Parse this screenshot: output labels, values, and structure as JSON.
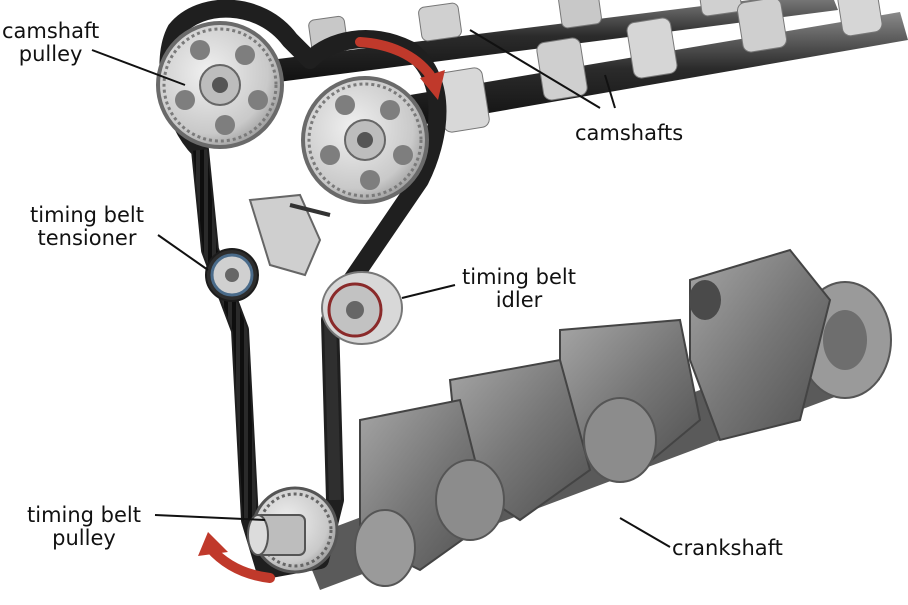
{
  "labels": {
    "camshaft_pulley": [
      "camshaft",
      "pulley"
    ],
    "camshafts": "camshafts",
    "tensioner": [
      "timing belt",
      "tensioner"
    ],
    "idler": [
      "timing belt",
      "idler"
    ],
    "belt_pulley": [
      "timing belt",
      "pulley"
    ],
    "crankshaft": "crankshaft"
  },
  "colors": {
    "belt": "#1f1f1f",
    "metal_light": "#d4d4d4",
    "metal_mid": "#a9a9a9",
    "metal_dark": "#5d5d5d",
    "crank": "#7b7b7b",
    "arrow": "#c0392b",
    "text": "#111111"
  }
}
